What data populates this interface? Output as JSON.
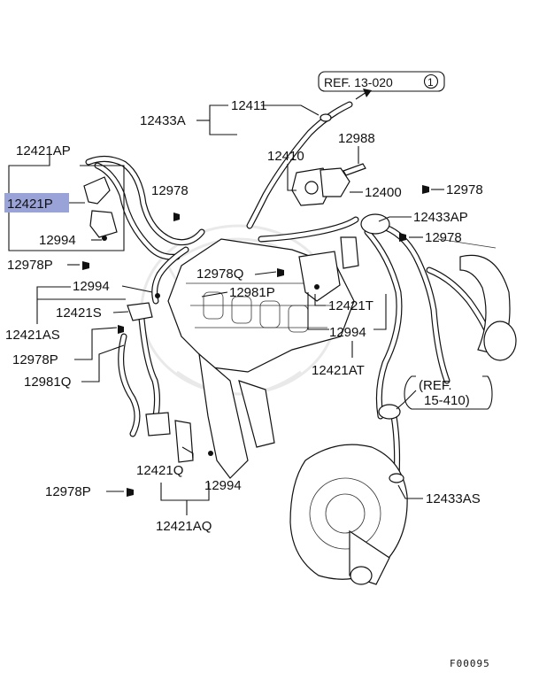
{
  "highlight_color": "#9aa3d8",
  "labels": {
    "ref_13": "REF. 13-020",
    "ref_13_circle": "1",
    "p12411": "12411",
    "p12433A": "12433A",
    "p12988": "12988",
    "p12421AP": "12421AP",
    "p12410": "12410",
    "p12978_a": "12978",
    "p12400": "12400",
    "p12978_b": "12978",
    "p12421P": "12421P",
    "p12433AP": "12433AP",
    "p12994_a": "12994",
    "p12978_c": "12978",
    "p12978P_a": "12978P",
    "p12978Q": "12978Q",
    "p12994_b": "12994",
    "p12981P": "12981P",
    "p12421S": "12421S",
    "p12421T": "12421T",
    "p12421AS": "12421AS",
    "p12994_c": "12994",
    "p12978P_b": "12978P",
    "p12421AT": "12421AT",
    "p12981Q": "12981Q",
    "ref_15": "(REF.",
    "ref_15_num": "15-410)",
    "p12421Q": "12421Q",
    "p12994_d": "12994",
    "p12978P_c": "12978P",
    "p12433AS": "12433AS",
    "p12421AQ": "12421AQ",
    "figure_code": "F00095"
  }
}
